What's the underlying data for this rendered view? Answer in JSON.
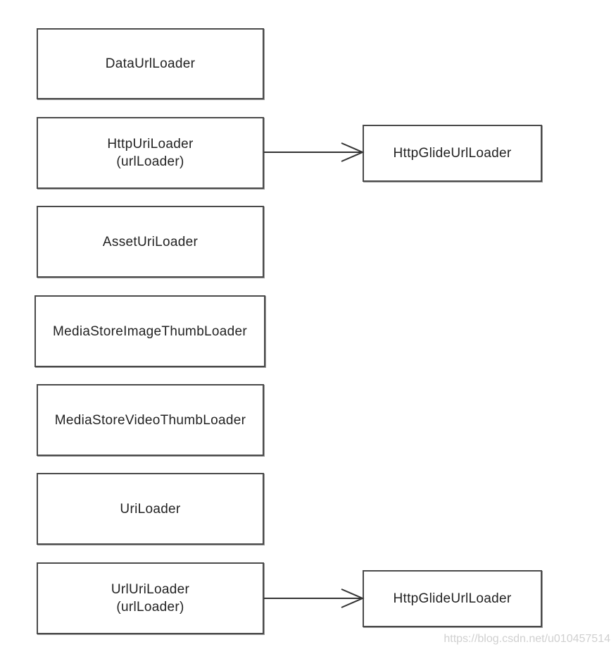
{
  "boxes": {
    "data_url_loader": "DataUrlLoader",
    "http_uri_loader": {
      "line1": "HttpUriLoader",
      "line2": "(urlLoader)"
    },
    "asset_uri_loader": "AssetUriLoader",
    "media_store_image_thumb_loader": "MediaStoreImageThumbLoader",
    "media_store_video_thumb_loader": "MediaStoreVideoThumbLoader",
    "uri_loader": "UriLoader",
    "url_uri_loader": {
      "line1": "UrlUriLoader",
      "line2": "(urlLoader)"
    }
  },
  "targets": {
    "http_glide_url_loader_1": "HttpGlideUrlLoader",
    "http_glide_url_loader_2": "HttpGlideUrlLoader"
  },
  "watermark": "https://blog.csdn.net/u010457514"
}
